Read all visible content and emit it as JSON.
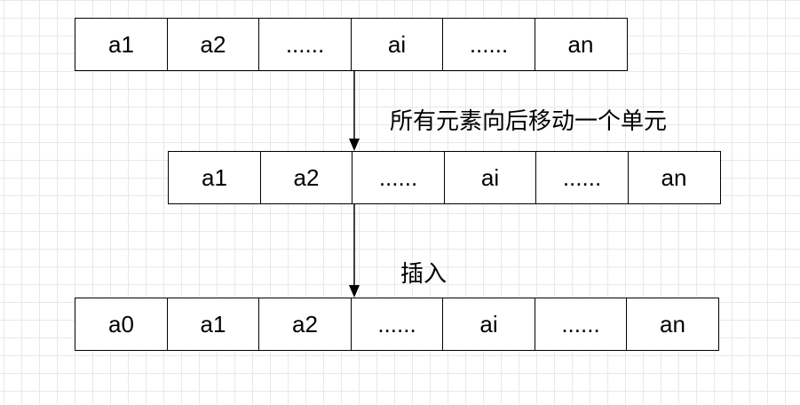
{
  "rows": [
    {
      "cells": [
        "a1",
        "a2",
        "......",
        "ai",
        "......",
        "an"
      ]
    },
    {
      "cells": [
        "a1",
        "a2",
        "......",
        "ai",
        "......",
        "an"
      ]
    },
    {
      "cells": [
        "a0",
        "a1",
        "a2",
        "......",
        "ai",
        "......",
        "an"
      ]
    }
  ],
  "labels": {
    "shift": "所有元素向后移动一个单元",
    "insert": "插入"
  }
}
